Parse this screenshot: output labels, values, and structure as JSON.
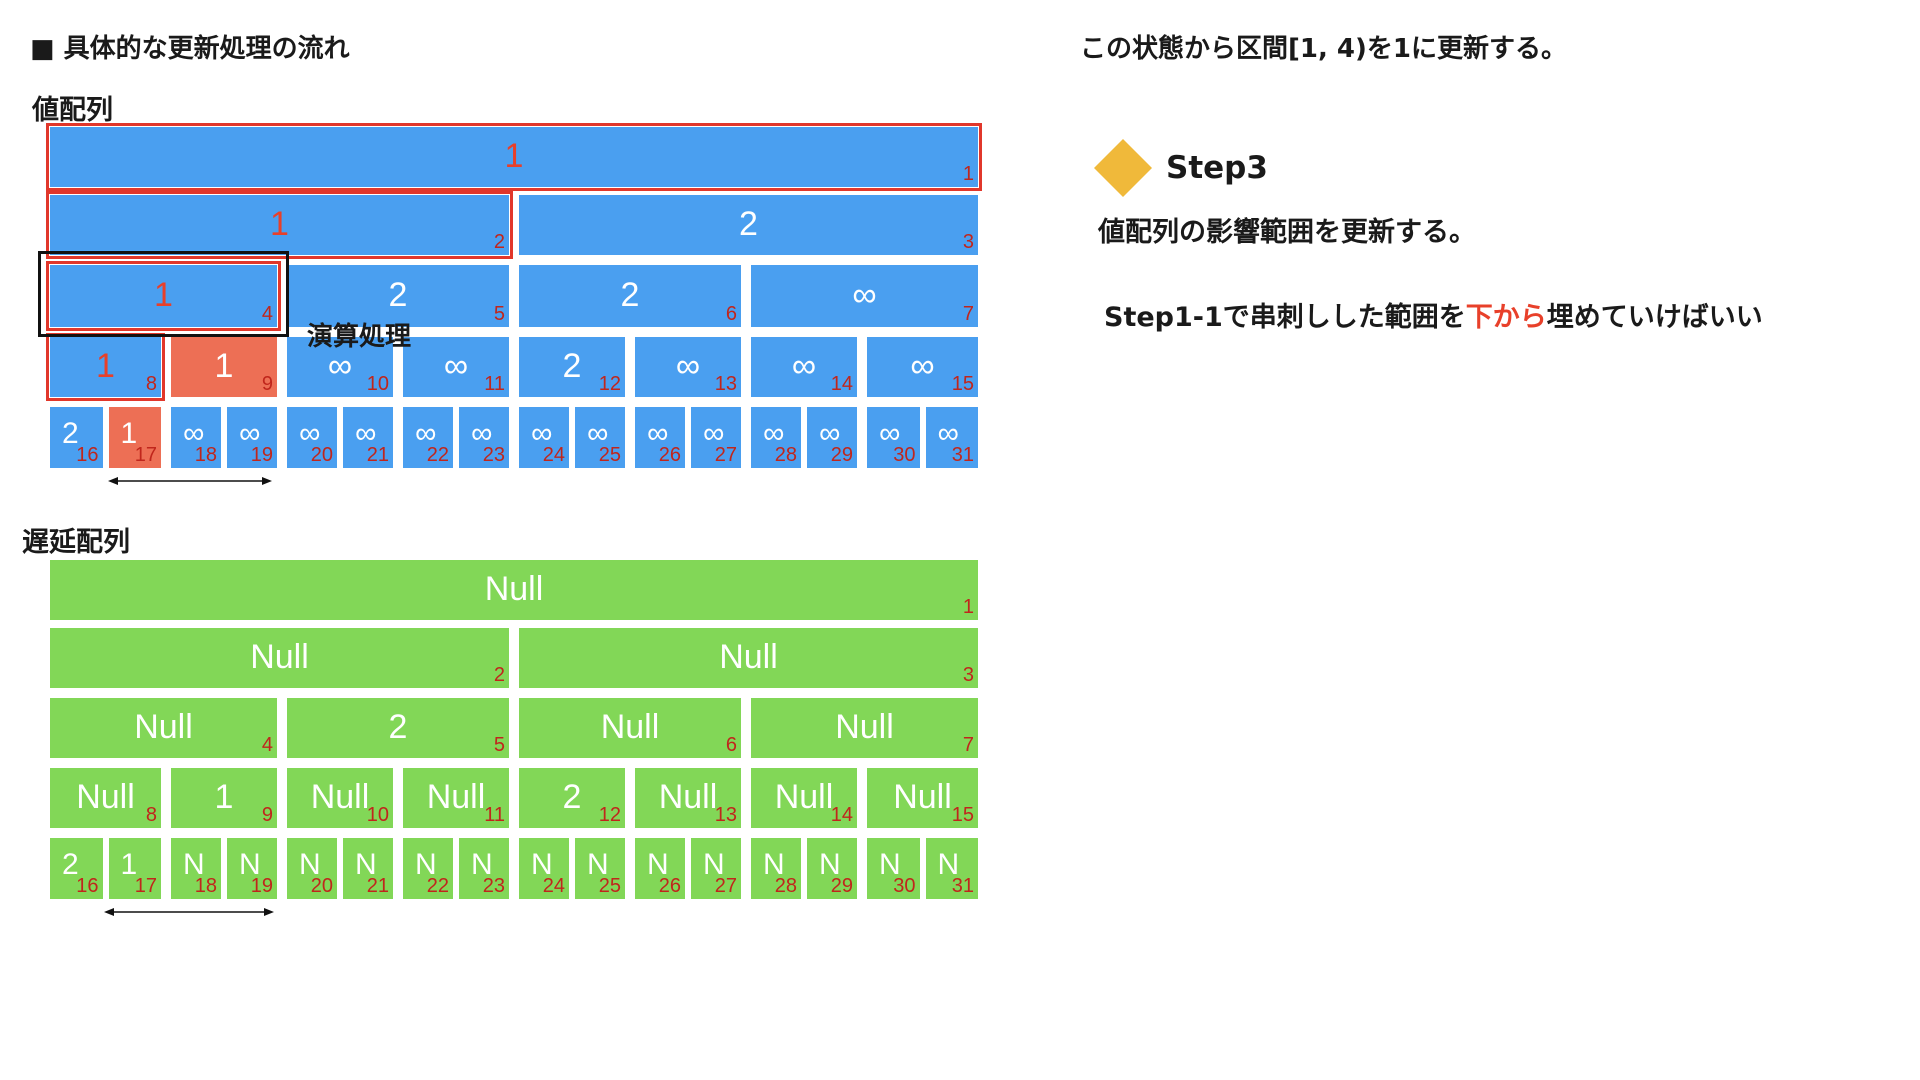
{
  "header": {
    "title": "■ 具体的な更新処理の流れ",
    "subtitle": "この状態から区間[1, 4)を1に更新する。"
  },
  "value_array": {
    "label": "値配列",
    "nodes": [
      {
        "idx": "1",
        "val": "1",
        "hl": true
      },
      {
        "idx": "2",
        "val": "1",
        "hl": true
      },
      {
        "idx": "3",
        "val": "2"
      },
      {
        "idx": "4",
        "val": "1",
        "hl": true
      },
      {
        "idx": "5",
        "val": "2"
      },
      {
        "idx": "6",
        "val": "2"
      },
      {
        "idx": "7",
        "val": "∞"
      },
      {
        "idx": "8",
        "val": "1",
        "hl": true
      },
      {
        "idx": "9",
        "val": "1",
        "fill": "red"
      },
      {
        "idx": "10",
        "val": "∞"
      },
      {
        "idx": "11",
        "val": "∞"
      },
      {
        "idx": "12",
        "val": "2"
      },
      {
        "idx": "13",
        "val": "∞"
      },
      {
        "idx": "14",
        "val": "∞"
      },
      {
        "idx": "15",
        "val": "∞"
      },
      {
        "idx": "16",
        "val": "2"
      },
      {
        "idx": "17",
        "val": "1",
        "fill": "red"
      },
      {
        "idx": "18",
        "val": "∞"
      },
      {
        "idx": "19",
        "val": "∞"
      },
      {
        "idx": "20",
        "val": "∞"
      },
      {
        "idx": "21",
        "val": "∞"
      },
      {
        "idx": "22",
        "val": "∞"
      },
      {
        "idx": "23",
        "val": "∞"
      },
      {
        "idx": "24",
        "val": "∞"
      },
      {
        "idx": "25",
        "val": "∞"
      },
      {
        "idx": "26",
        "val": "∞"
      },
      {
        "idx": "27",
        "val": "∞"
      },
      {
        "idx": "28",
        "val": "∞"
      },
      {
        "idx": "29",
        "val": "∞"
      },
      {
        "idx": "30",
        "val": "∞"
      },
      {
        "idx": "31",
        "val": "∞"
      }
    ],
    "operation_label": "演算処理"
  },
  "lazy_array": {
    "label": "遅延配列",
    "nodes": [
      {
        "idx": "1",
        "val": "Null"
      },
      {
        "idx": "2",
        "val": "Null"
      },
      {
        "idx": "3",
        "val": "Null"
      },
      {
        "idx": "4",
        "val": "Null"
      },
      {
        "idx": "5",
        "val": "2"
      },
      {
        "idx": "6",
        "val": "Null"
      },
      {
        "idx": "7",
        "val": "Null"
      },
      {
        "idx": "8",
        "val": "Null"
      },
      {
        "idx": "9",
        "val": "1"
      },
      {
        "idx": "10",
        "val": "Null"
      },
      {
        "idx": "11",
        "val": "Null"
      },
      {
        "idx": "12",
        "val": "2"
      },
      {
        "idx": "13",
        "val": "Null"
      },
      {
        "idx": "14",
        "val": "Null"
      },
      {
        "idx": "15",
        "val": "Null"
      },
      {
        "idx": "16",
        "val": "2"
      },
      {
        "idx": "17",
        "val": "1"
      },
      {
        "idx": "18",
        "val": "N"
      },
      {
        "idx": "19",
        "val": "N"
      },
      {
        "idx": "20",
        "val": "N"
      },
      {
        "idx": "21",
        "val": "N"
      },
      {
        "idx": "22",
        "val": "N"
      },
      {
        "idx": "23",
        "val": "N"
      },
      {
        "idx": "24",
        "val": "N"
      },
      {
        "idx": "25",
        "val": "N"
      },
      {
        "idx": "26",
        "val": "N"
      },
      {
        "idx": "27",
        "val": "N"
      },
      {
        "idx": "28",
        "val": "N"
      },
      {
        "idx": "29",
        "val": "N"
      },
      {
        "idx": "30",
        "val": "N"
      },
      {
        "idx": "31",
        "val": "N"
      }
    ]
  },
  "step": {
    "title": "Step3",
    "description": "値配列の影響範囲を更新する。",
    "note_pre": "Step1-1で串刺しした範囲を",
    "note_highlight": "下から",
    "note_post": "埋めていけばいい"
  },
  "colors": {
    "value_cell": "#4a9ff0",
    "value_cell_red": "#ed6f55",
    "lazy_cell": "#82d757",
    "highlight_border": "#e1372b",
    "diamond": "#f0b93a",
    "index_text": "#c0261c",
    "red_text": "#e8402a"
  }
}
